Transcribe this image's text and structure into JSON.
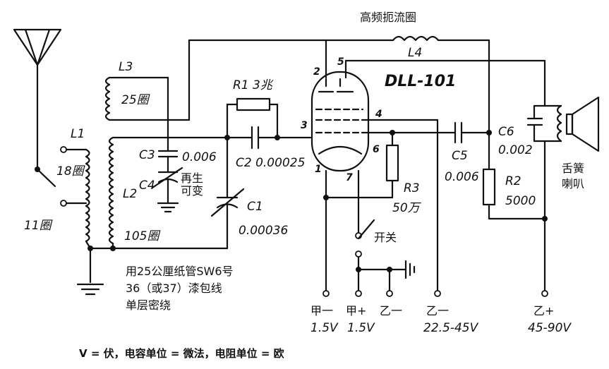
{
  "labels": {
    "rf_choke": "高频扼流圈",
    "l4": "L4",
    "l3": "L3",
    "l3_turns": "25圈",
    "r1": "R1 3兆",
    "tube": "DLL-101",
    "l1": "L1",
    "l1_tap1": "18圈",
    "l1_tap2": "11圈",
    "c3": "C3",
    "c3_val": "0.006",
    "c4": "C4",
    "regen": "再生",
    "regen2": "可变",
    "c2": "C2 0.00025",
    "l2": "L2",
    "l2_turns": "105圈",
    "c1": "C1",
    "c1_val": "0.00036",
    "c5": "C5",
    "c5_val": "0.006",
    "c6": "C6",
    "c6_val": "0.002",
    "r2": "R2",
    "r2_val": "5000",
    "r3": "R3",
    "r3_val": "50万",
    "switch": "开关",
    "speaker1": "舌簧",
    "speaker2": "喇叭",
    "coil_note1": "用25公厘纸管SW6号",
    "coil_note2": "36（或37）漆包线",
    "coil_note3": "单层密绕",
    "pins": [
      "1",
      "2",
      "3",
      "4",
      "5",
      "6",
      "7"
    ]
  },
  "terminals": [
    {
      "name": "甲一",
      "volt": "1.5V"
    },
    {
      "name": "甲+",
      "volt": "1.5V"
    },
    {
      "name": "乙一",
      "volt": ""
    },
    {
      "name": "乙一",
      "volt": "22.5-45V"
    },
    {
      "name": "乙+",
      "volt": "45-90V"
    }
  ],
  "footer": "V = 伏，电容单位 = 微法，电阻单位 = 欧"
}
